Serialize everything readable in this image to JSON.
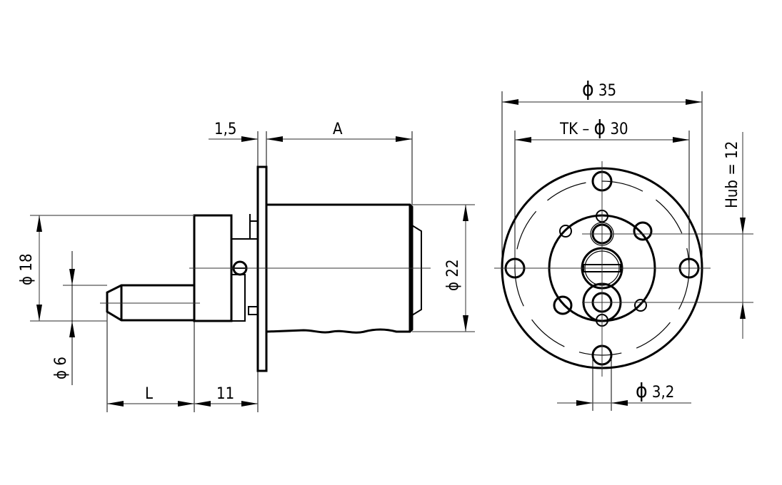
{
  "drawing": {
    "title": "Cylinder lock technical drawing",
    "side_view": {
      "dim_flange_thickness": "1,5",
      "dim_body_length": "A",
      "dim_diameter_18": "18",
      "dim_diameter_6": "6",
      "dim_diameter_22": "22",
      "dim_bolt_length": "L",
      "dim_housing_width": "11"
    },
    "front_view": {
      "dim_outer_diameter": "35",
      "dim_pitch_circle_prefix": "TK –",
      "dim_pitch_circle_diameter": "30",
      "dim_stroke": "Hub = 12",
      "dim_hole_diameter": "3,2"
    },
    "symbols": {
      "diameter": "ϕ"
    }
  }
}
